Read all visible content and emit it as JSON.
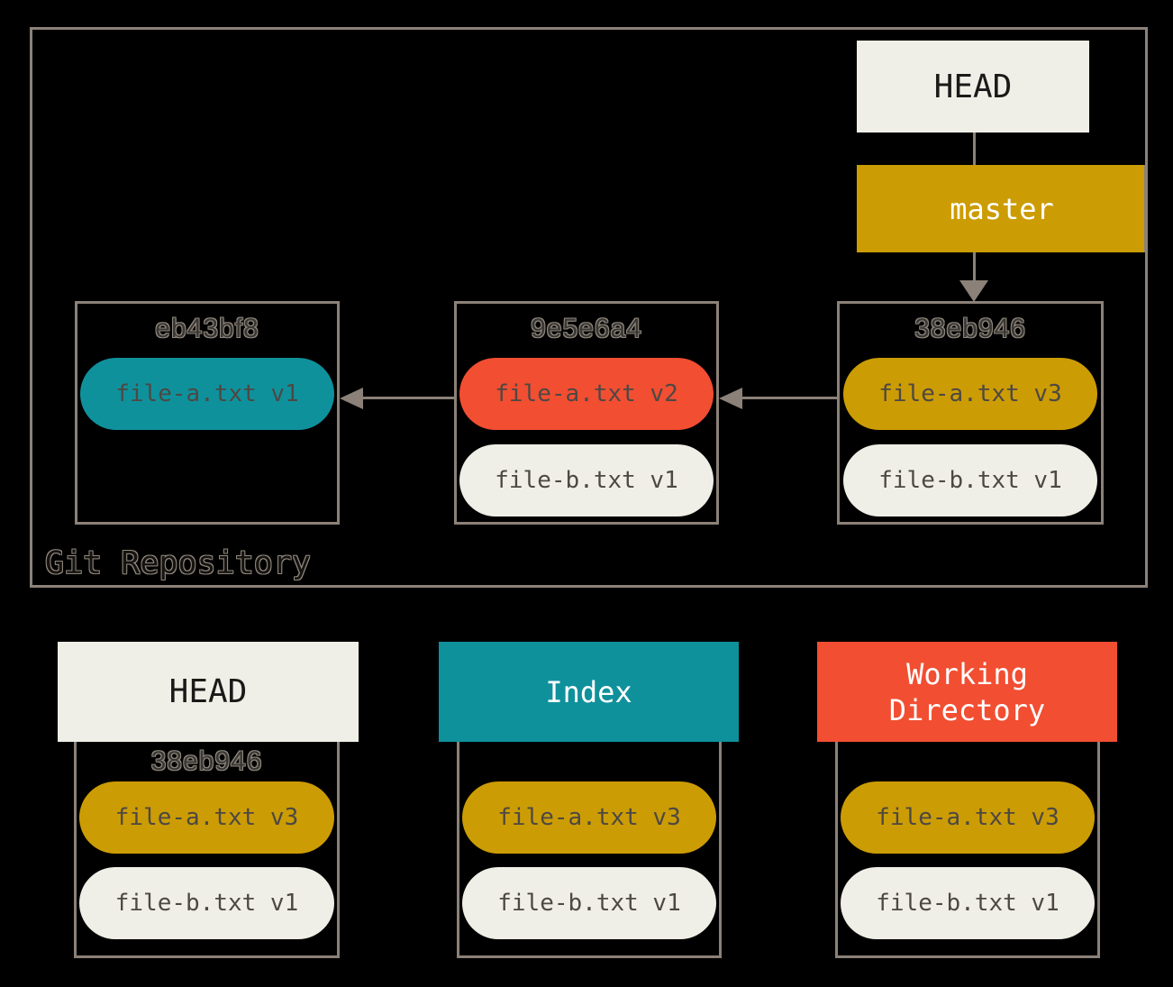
{
  "colors": {
    "background": "#000000",
    "border": "#8b8178",
    "cream": "#f0efe7",
    "teal": "#0f919c",
    "red": "#f24e32",
    "gold": "#cc9c04",
    "ink": "#4d4843",
    "outline": "#8f887e",
    "white": "#ffffff"
  },
  "repository": {
    "label": "Git Repository",
    "head": {
      "label": "HEAD"
    },
    "branch": {
      "label": "master"
    },
    "commits": [
      {
        "hash": "eb43bf8",
        "files": [
          {
            "label": "file-a.txt v1"
          }
        ]
      },
      {
        "hash": "9e5e6a4",
        "files": [
          {
            "label": "file-a.txt v2"
          },
          {
            "label": "file-b.txt v1"
          }
        ]
      },
      {
        "hash": "38eb946",
        "files": [
          {
            "label": "file-a.txt v3"
          },
          {
            "label": "file-b.txt v1"
          }
        ]
      }
    ]
  },
  "areas": [
    {
      "title": "HEAD",
      "hash": "38eb946",
      "files": [
        {
          "label": "file-a.txt v3"
        },
        {
          "label": "file-b.txt v1"
        }
      ]
    },
    {
      "title": "Index",
      "hash": "",
      "files": [
        {
          "label": "file-a.txt v3"
        },
        {
          "label": "file-b.txt v1"
        }
      ]
    },
    {
      "title": "Working Directory",
      "hash": "",
      "files": [
        {
          "label": "file-a.txt v3"
        },
        {
          "label": "file-b.txt v1"
        }
      ]
    }
  ]
}
